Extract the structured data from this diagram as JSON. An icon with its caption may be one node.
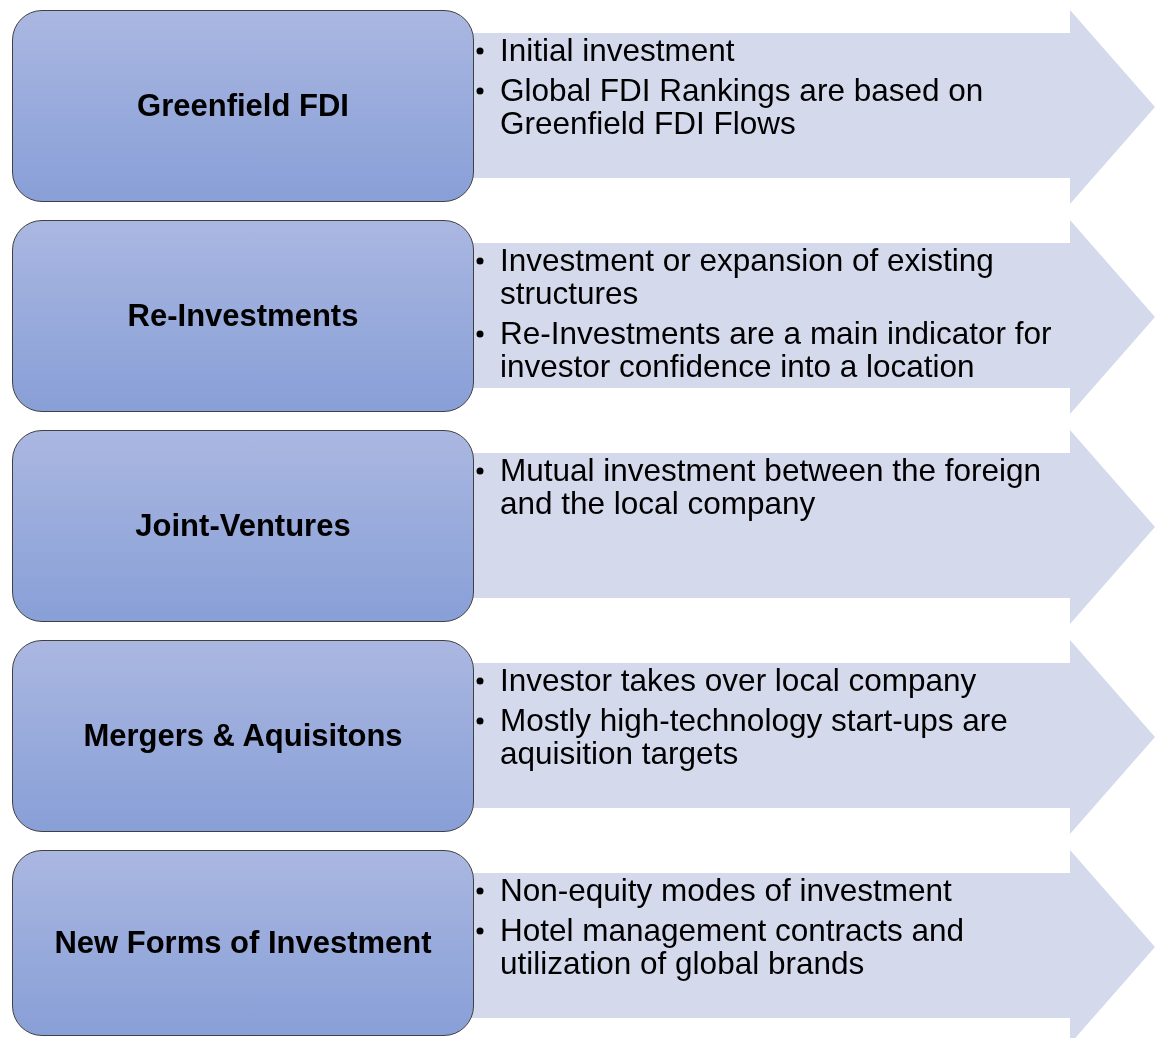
{
  "diagram": {
    "nodes": [
      {
        "text": [
          "Greenfield FDI"
        ]
      },
      {
        "text": [
          "Initial investment",
          "Global FDI Rankings are based on Greenfield FDI Flows"
        ]
      },
      {
        "text": [
          "Re-Investments"
        ]
      },
      {
        "text": [
          "Investment or expansion of existing structures",
          "Re-Investments are a main indicator for investor confidence into a location"
        ]
      },
      {
        "text": [
          "Joint-Ventures"
        ]
      },
      {
        "text": [
          "Mutual investment between the foreign and the local company"
        ]
      },
      {
        "text": [
          "Mergers & Aquisitons"
        ]
      },
      {
        "text": [
          "Investor takes over local company",
          "Mostly high-technology start-ups are aquisition targets"
        ]
      },
      {
        "text": [
          "New Forms of Investment"
        ]
      },
      {
        "text": [
          "Non-equity modes of investment",
          "Hotel management contracts and utilization of global brands"
        ]
      }
    ]
  }
}
